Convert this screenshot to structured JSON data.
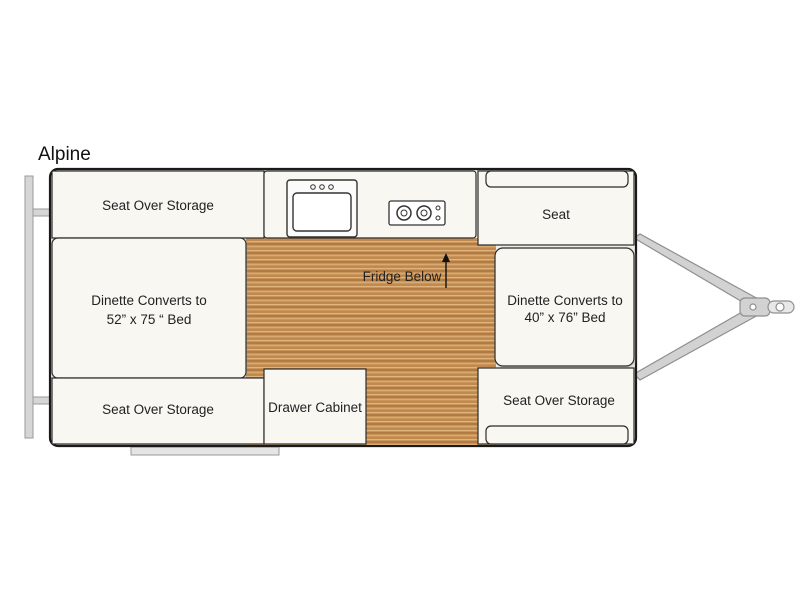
{
  "title": "Alpine",
  "labels": {
    "seat_storage_top_left": "Seat Over Storage",
    "seat_right": "Seat",
    "dinette_left_l1": "Dinette Converts to",
    "dinette_left_l2": "52” x 75 “ Bed",
    "dinette_right_l1": "Dinette Converts to",
    "dinette_right_l2": "40” x 76” Bed",
    "fridge": "Fridge Below",
    "seat_storage_bottom_left": "Seat Over Storage",
    "drawer_cabinet": "Drawer Cabinet",
    "seat_storage_bottom_right": "Seat Over Storage"
  },
  "colors": {
    "outline": "#1a1a1a",
    "cushion": "#f7f6f1",
    "wood_light": "#d3a266",
    "wood_dark": "#a8733b",
    "frame": "#cfcfcf"
  }
}
